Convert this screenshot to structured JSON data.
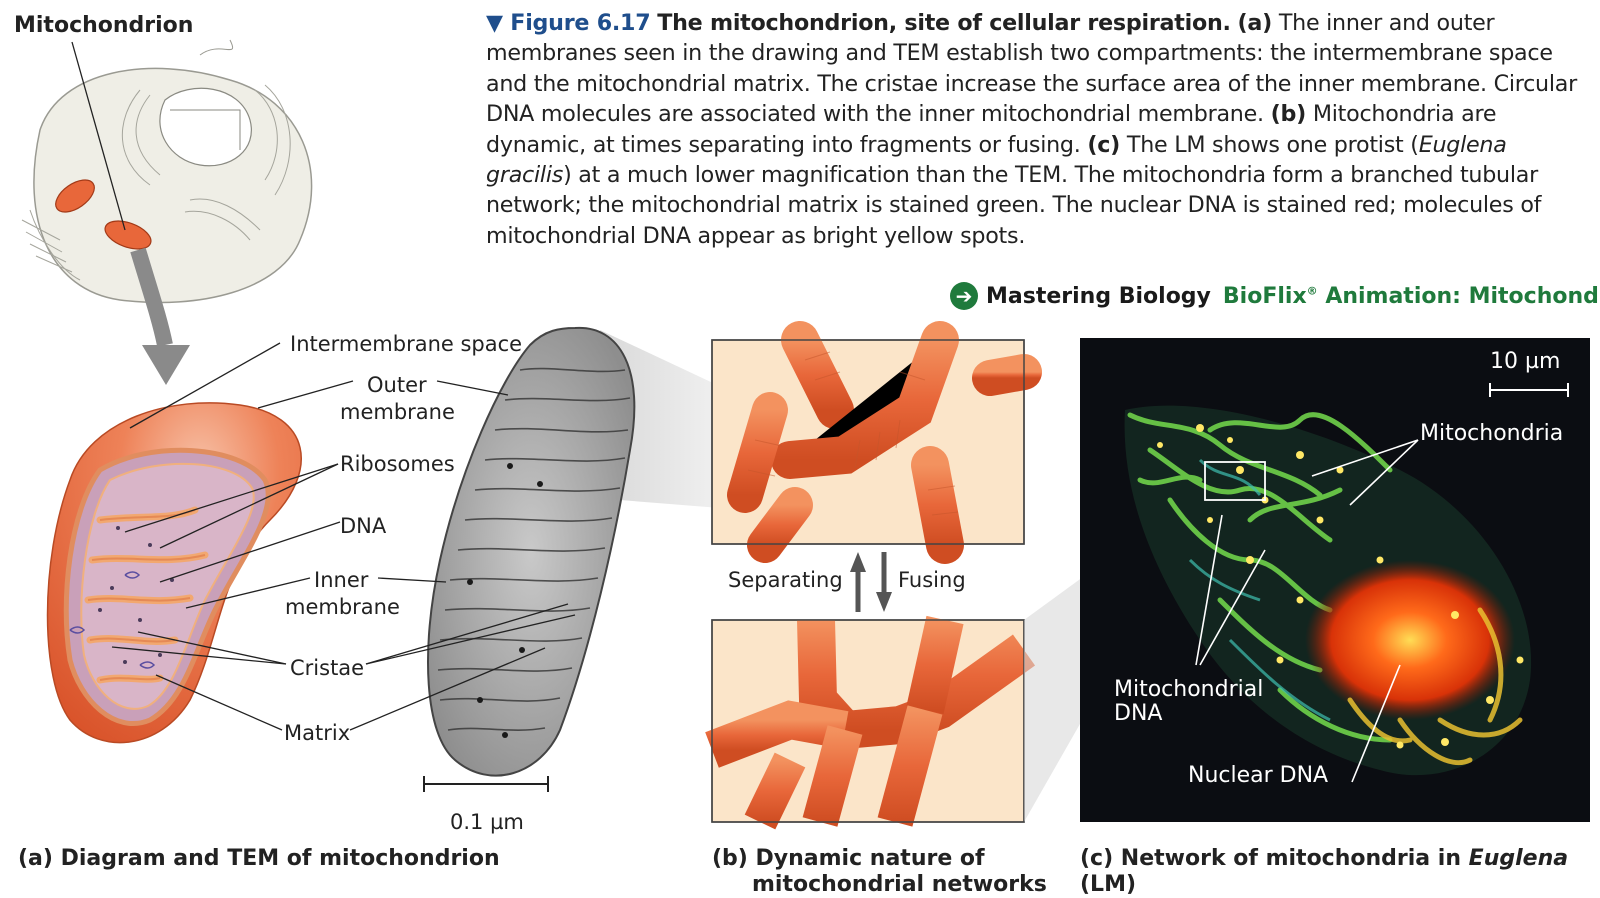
{
  "top_label": "Mitochondrion",
  "caption": {
    "figure_marker": "▼ Figure 6.17",
    "title": "The mitochondrion, site of cellular respiration.",
    "a_marker": "(a)",
    "a_text": "The inner and outer membranes seen in the drawing and TEM establish two compartments: the intermembrane space and the mitochondrial matrix. The cristae increase the surface area of the inner membrane. Circular DNA molecules are associated with the inner mitochondrial membrane.",
    "b_marker": "(b)",
    "b_text": "Mitochondria are dynamic, at times separating into fragments or fusing.",
    "c_marker": "(c)",
    "c_text_1": "The LM shows one protist (",
    "c_species": "Euglena gracilis",
    "c_text_2": ") at a much lower magnification than the TEM. The mitochondria form a branched tubular network; the mitochondrial matrix is stained green. The nuclear DNA is stained red; molecules of mitochondrial DNA appear as bright yellow spots."
  },
  "mastering": {
    "label": "Mastering Biology",
    "bioflix": "BioFlix",
    "reg": "®",
    "animation": "Animation: Mitochondria"
  },
  "diagram_labels": {
    "intermembrane_space": "Intermembrane space",
    "outer_membrane_1": "Outer",
    "outer_membrane_2": "membrane",
    "ribosomes": "Ribosomes",
    "dna": "DNA",
    "inner_membrane_1": "Inner",
    "inner_membrane_2": "membrane",
    "cristae": "Cristae",
    "matrix": "Matrix",
    "tem_scale": "0.1 µm"
  },
  "dynamic_labels": {
    "separating": "Separating",
    "fusing": "Fusing"
  },
  "lm_labels": {
    "scale": "10 µm",
    "mitochondria": "Mitochondria",
    "mito_dna_1": "Mitochondrial",
    "mito_dna_2": "DNA",
    "nuclear_dna": "Nuclear DNA"
  },
  "panel_captions": {
    "a": "(a) Diagram and TEM of mitochondrion",
    "b_1": "(b) Dynamic nature of",
    "b_2": "mitochondrial networks",
    "c_1": "(c) Network of mitochondria in ",
    "c_species": "Euglena",
    "c_2": " (LM)"
  },
  "colors": {
    "figure_blue": "#1f4e8c",
    "mastering_green": "#1f7a3c",
    "mito_orange": "#e8673a",
    "lm_background": "#0b0d12"
  }
}
